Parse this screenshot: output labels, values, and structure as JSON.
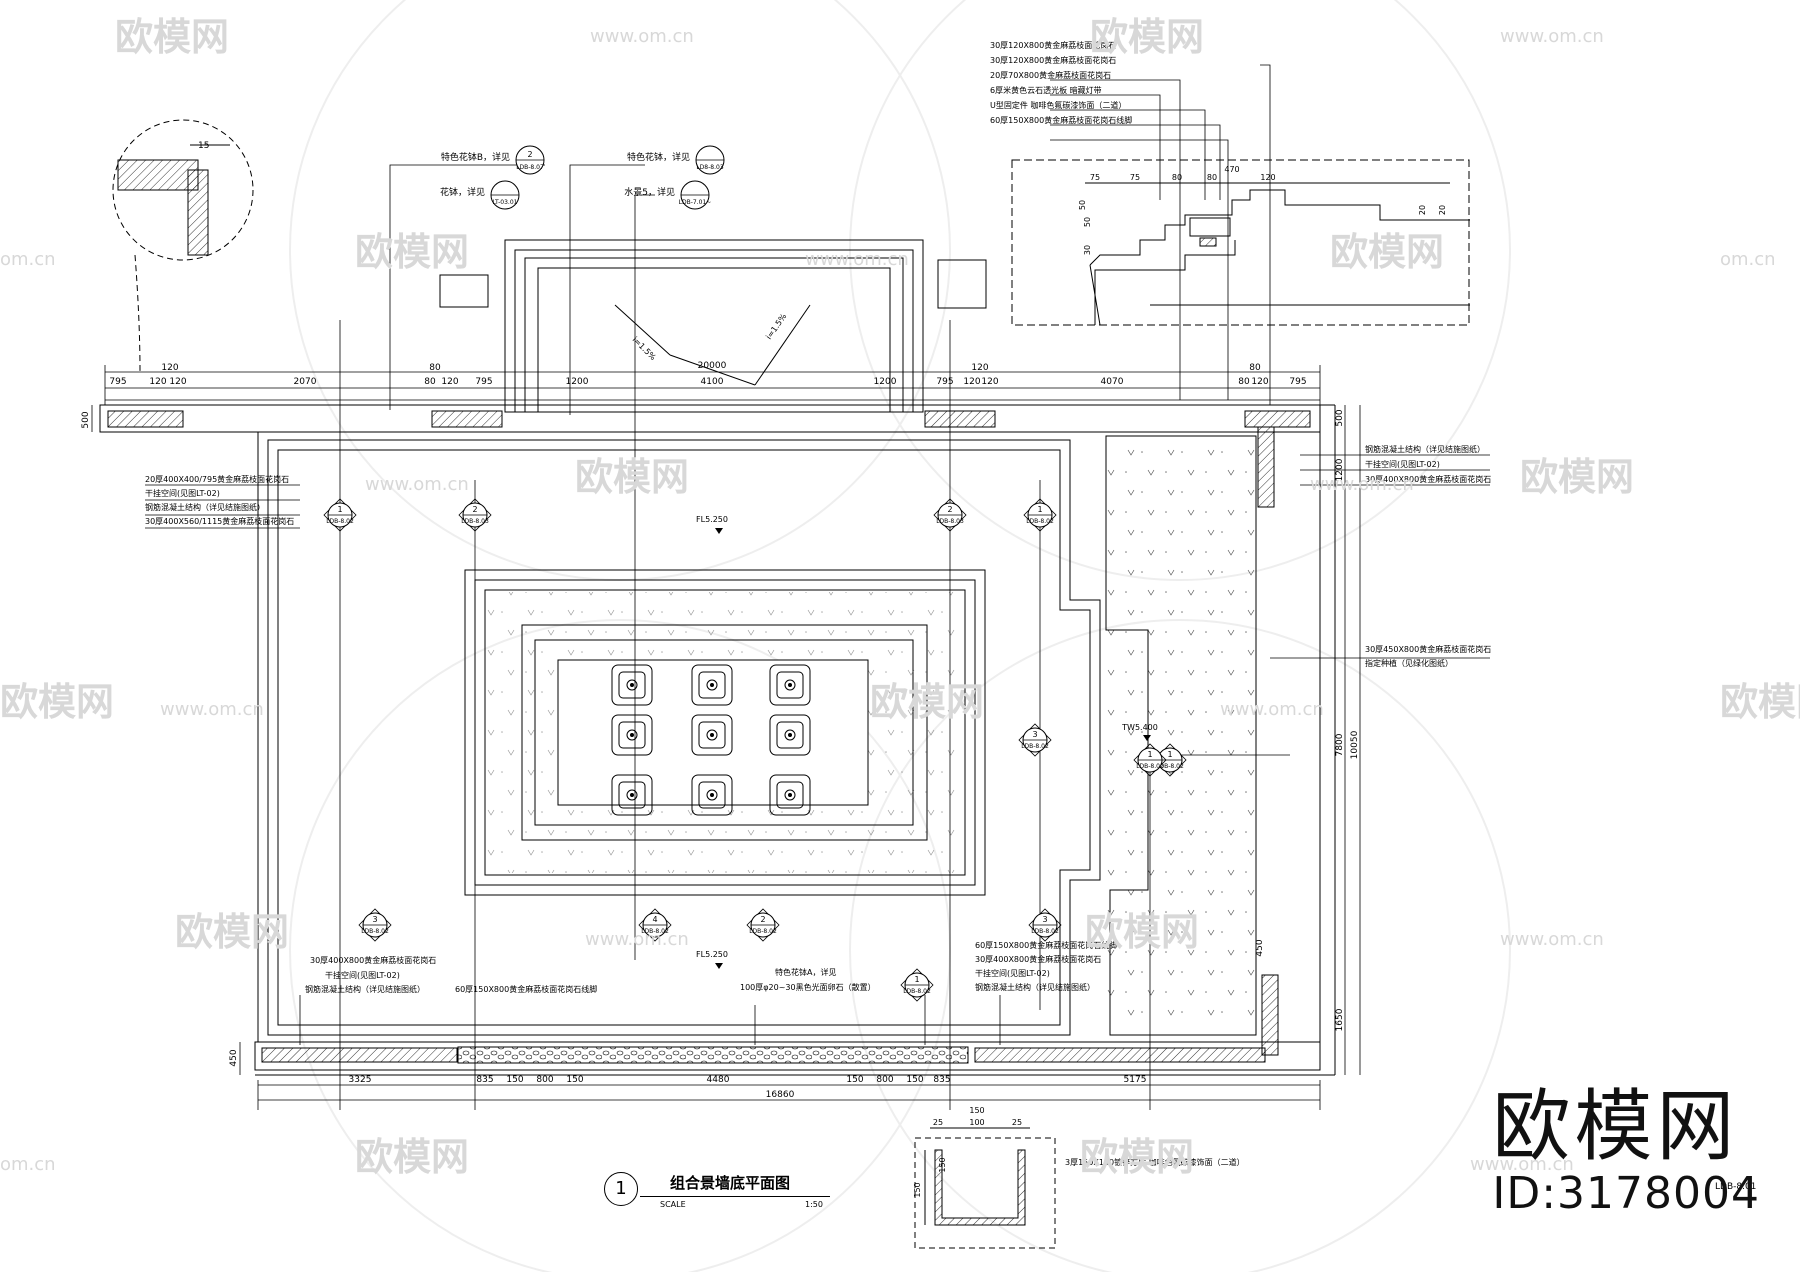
{
  "brand": {
    "name": "欧模网",
    "id_text": "ID:3178004"
  },
  "watermark": {
    "text": "欧模网",
    "url": "www.om.cn",
    "url_short": "om.cn"
  },
  "title": {
    "number": "1",
    "text": "组合景墙底平面图",
    "scale_label": "SCALE",
    "scale_value": "1:50"
  },
  "sheet_no": "LDB-8.01",
  "callouts_top": [
    {
      "label": "特色花钵B，详见",
      "num": "2",
      "ref": "LDB-8.07"
    },
    {
      "label": "特色花钵，详见",
      "num": "",
      "ref": "LD8-8.03"
    },
    {
      "label": "花钵，详见",
      "num": "",
      "ref": "LT-03.01"
    },
    {
      "label": "水景5，详见",
      "num": "",
      "ref": "LDB-7.01~"
    }
  ],
  "detail_labels": [
    "30厚120X800黄金麻荔枝面花岗石",
    "30厚120X800黄金麻荔枝面花岗石",
    "20厚70X800黄金麻荔枝面花岗石",
    "6厚米黄色云石透光板  暗藏灯带",
    "U型固定件  咖啡色氟碳漆饰面（二道）",
    "60厚150X800黄金麻荔枝面花岗石线脚"
  ],
  "detail_dims": [
    "75",
    "75",
    "80",
    "80",
    "470",
    "120",
    "50",
    "30",
    "20",
    "20",
    "50"
  ],
  "top_dims": {
    "overall": "20000",
    "row1": [
      "120",
      "80",
      "120",
      "80"
    ],
    "row2": [
      "795",
      "120",
      "120",
      "2070",
      "80",
      "120",
      "795",
      "1200",
      "4100",
      "1200",
      "795",
      "120",
      "120",
      "4070",
      "80",
      "120",
      "795"
    ]
  },
  "left_labels_top": [
    "20厚400X400/795黄金麻荔枝面花岗石",
    "干挂空间(见图LT-02)",
    "钢筋混凝土结构（详见结施图纸）",
    "30厚400X560/1115黄金麻荔枝面花岗石"
  ],
  "right_labels_top": [
    "钢筋混凝土结构（详见结施图纸）",
    "干挂空间(见图LT-02)",
    "30厚400X800黄金麻荔枝面花岗石"
  ],
  "right_labels_mid": [
    "30厚450X800黄金麻荔枝面花岗石",
    "指定种植（见绿化图纸）"
  ],
  "left_labels_bottom": [
    "30厚400X800黄金麻荔枝面花岗石",
    "干挂空间(见图LT-02)",
    "钢筋混凝土结构（详见结施图纸）",
    "60厚150X800黄金麻荔枝面花岗石线脚"
  ],
  "right_labels_bottom": [
    "60厚150X800黄金麻荔枝面花岗石线脚",
    "30厚400X800黄金麻荔枝面花岗石",
    "干挂空间(见图LT-02)",
    "钢筋混凝土结构（详见结施图纸）"
  ],
  "bottom_note_mid": "特色花钵A，详见",
  "bottom_note_mid2": "100厚φ20~30黑色光面卵石（散置）",
  "bottom_note_box": "3厚150X150镀锌方盾  咖啡色氟碳漆饰面（二道）",
  "levels": [
    "FL5.250",
    "TW5.400",
    "FL5.250"
  ],
  "slope_labels": [
    "i=1.5%",
    "i=1.5%"
  ],
  "bottom_dims": {
    "row1": [
      "3325",
      "835",
      "150",
      "800",
      "150",
      "4480",
      "150",
      "800",
      "150",
      "835",
      "5175"
    ],
    "overall": "16860"
  },
  "box_dims": [
    "150",
    "25",
    "100",
    "25",
    "150",
    "150"
  ],
  "side_dims_right": [
    "500",
    "1200",
    "7800",
    "10050",
    "450",
    "1650"
  ],
  "side_dims_left": [
    "500",
    "450"
  ],
  "section_marks": [
    {
      "num": "1",
      "ref": "LDB-8.02"
    },
    {
      "num": "2",
      "ref": "LDB-8.03"
    },
    {
      "num": "2",
      "ref": "LDB-8.03"
    },
    {
      "num": "1",
      "ref": "LDB-8.02"
    },
    {
      "num": "1",
      "ref": "LDB-8.02"
    },
    {
      "num": "3",
      "ref": "LDB-8.02"
    },
    {
      "num": "1",
      "ref": "LDB-8.02"
    },
    {
      "num": "3",
      "ref": "LDB-8.02"
    },
    {
      "num": "4",
      "ref": "LDB-8.02"
    },
    {
      "num": "2",
      "ref": "LDB-8.02"
    },
    {
      "num": "3",
      "ref": "LDB-8.02"
    },
    {
      "num": "1",
      "ref": "LDB-8.02"
    }
  ],
  "detail_h": "15"
}
